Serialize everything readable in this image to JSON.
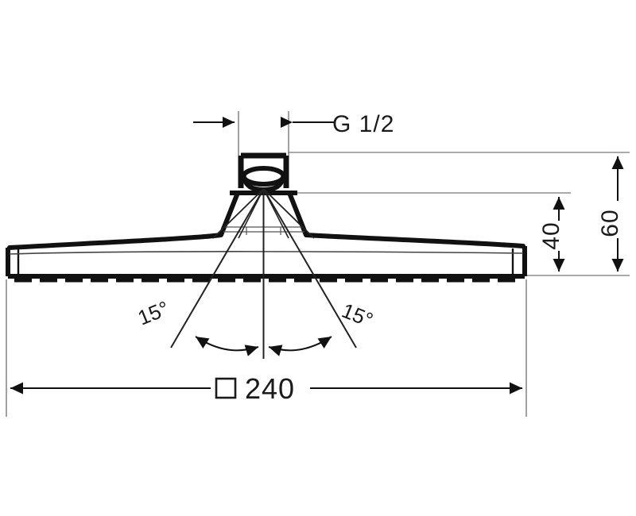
{
  "drawing": {
    "type": "technical-dimension-drawing",
    "subject": "overhead shower head front elevation",
    "background_color": "#ffffff",
    "line_color": "#111111",
    "text_color": "#1a1a1a"
  },
  "annotations": {
    "thread_label": "G  1/2",
    "height_inner_label": "40",
    "height_outer_label": "60",
    "width_symbol": "□",
    "width_label": "240",
    "angle_left_label": "15°",
    "angle_right_label": "15°"
  },
  "dimensions": {
    "thread": {
      "value": "G 1/2",
      "kind": "thread-callout"
    },
    "height_inner": {
      "value": 40,
      "unit": "mm",
      "orientation": "vertical"
    },
    "height_outer": {
      "value": 60,
      "unit": "mm",
      "orientation": "vertical"
    },
    "width": {
      "value": 240,
      "unit": "mm",
      "orientation": "horizontal",
      "symbol": "square"
    },
    "spray_angle_left": {
      "value": 15,
      "unit": "deg"
    },
    "spray_angle_right": {
      "value": 15,
      "unit": "deg"
    }
  }
}
